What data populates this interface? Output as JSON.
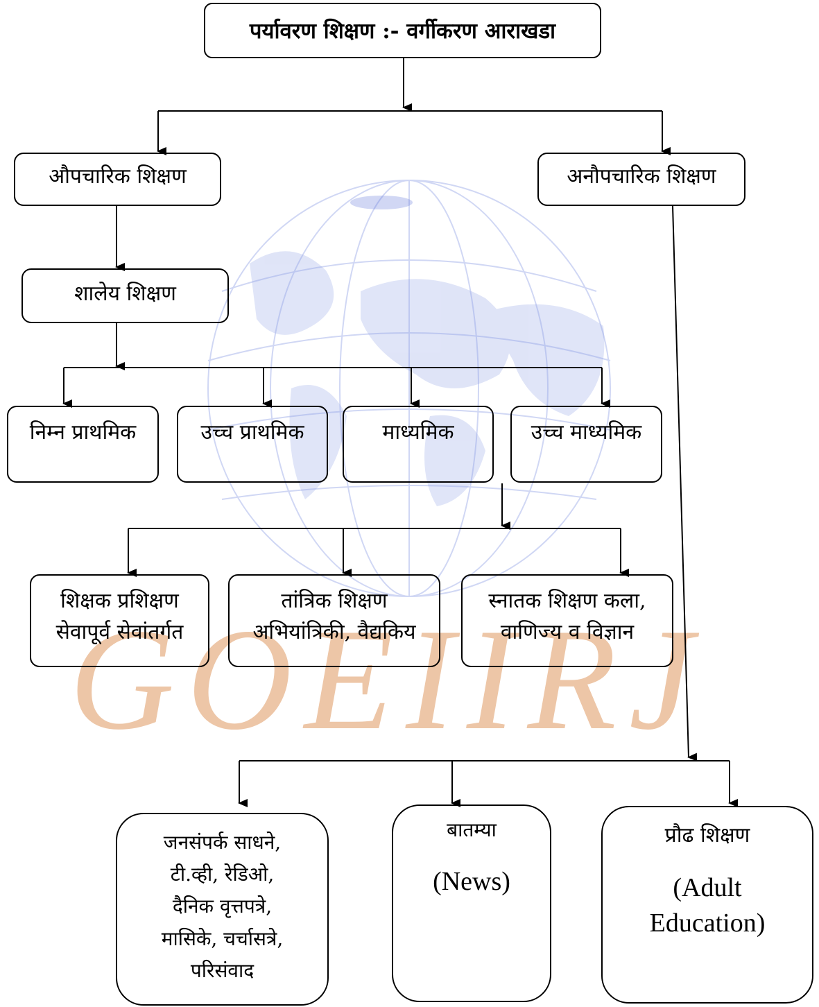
{
  "title": "पर्यावरण शिक्षण :- वर्गीकरण आराखडा",
  "formal": "औपचारिक शिक्षण",
  "informal": "अनौपचारिक शिक्षण",
  "school": "शालेय शिक्षण",
  "levels": [
    "निम्न प्राथमिक",
    "उच्च प्राथमिक",
    "माध्यमिक",
    "उच्च माध्यमिक"
  ],
  "higher": [
    [
      "शिक्षक प्रशिक्षण",
      "सेवापूर्व सेवांतर्गत"
    ],
    [
      "तांत्रिक शिक्षण",
      "अभियांत्रिकी, वैद्यकिय"
    ],
    [
      "स्नातक शिक्षण कला,",
      "वाणिज्य व विज्ञान"
    ]
  ],
  "mass_media": [
    "जनसंपर्क साधने,",
    "टी.व्ही, रेडिओ,",
    "दैनिक वृत्तपत्रे,",
    "मासिके, चर्चासत्रे,",
    "परिसंवाद"
  ],
  "news": {
    "label": "बातम्या",
    "english": "(News)"
  },
  "adult": {
    "label": "प्रौढ शिक्षण",
    "english_1": "(Adult",
    "english_2": "Education)"
  },
  "watermark_text": "GOEIIRJ",
  "colors": {
    "globe": "#7c8fe0",
    "watermark_text": "#e8b48a",
    "line": "#000000"
  }
}
